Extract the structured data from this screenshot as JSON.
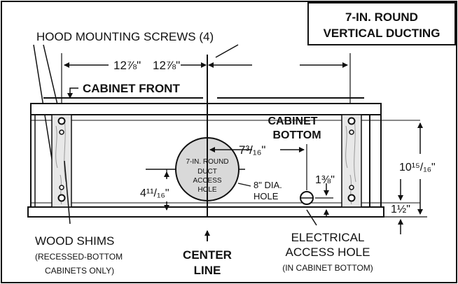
{
  "title": {
    "line1": "7-IN. ROUND",
    "line2": "VERTICAL DUCTING"
  },
  "labels": {
    "hood_screws": "HOOD MOUNTING SCREWS (4)",
    "cabinet_front": "CABINET FRONT",
    "cabinet_bottom_1": "CABINET",
    "cabinet_bottom_2": "BOTTOM",
    "duct_1": "7-IN. ROUND",
    "duct_2": "DUCT",
    "duct_3": "ACCESS",
    "duct_4": "HOLE",
    "dia_1": "8\" DIA.",
    "dia_2": "HOLE",
    "wood_shims": "WOOD SHIMS",
    "shims_note_1": "(RECESSED-BOTTOM",
    "shims_note_2": "CABINETS  ONLY)",
    "center_1": "CENTER",
    "center_2": "LINE",
    "electrical_1": "ELECTRICAL",
    "electrical_2": "ACCESS HOLE",
    "electrical_note": "(IN CABINET BOTTOM)"
  },
  "dimensions": {
    "width_left": "12⅞\"",
    "width_right": "12⅞\"",
    "duct_to_elec": "7³/₁₆\"",
    "duct_height": "4¹¹/₁₆\"",
    "elec_offset": "1⅜\"",
    "depth": "10¹⁵/₁₆\"",
    "rear_offset": "1½\""
  },
  "colors": {
    "line": "#111111",
    "duct_fill": "#d9d9d9",
    "wood": "#e8e8e8"
  },
  "icons": [
    "screw-icon",
    "arrow-icon"
  ]
}
